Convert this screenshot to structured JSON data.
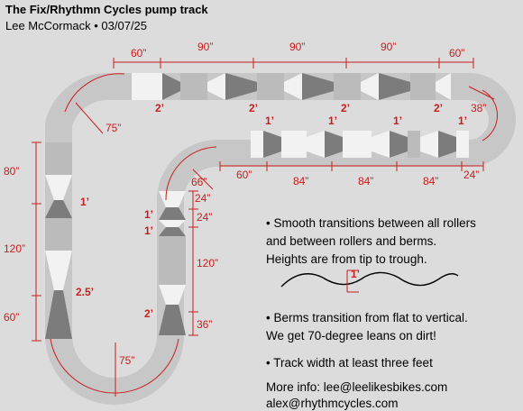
{
  "title": "The Fix/Rhythmn Cycles pump track",
  "author_line": "Lee McCormack • 03/07/25",
  "colors": {
    "track": "#c7c7c7",
    "roller_light": "#f2f2f2",
    "roller_mid": "#bbbbbb",
    "roller_dark": "#7c7c7c",
    "dimension": "#c81e1e"
  },
  "dims": {
    "top": [
      "60”",
      "90”",
      "90”",
      "90”",
      "60”"
    ],
    "right_radius": "38”",
    "inner_row": [
      "60”",
      "84”",
      "84”",
      "84”",
      "24”"
    ],
    "left_column": [
      "80”",
      "120”",
      "60”"
    ],
    "mid_column": [
      "24”",
      "24”",
      "120”",
      "36”"
    ],
    "corner_tl": "75”",
    "corner_inner": "66”",
    "corner_bl": "75”"
  },
  "heights": {
    "top": [
      "2’",
      "2’",
      "2’",
      "2’"
    ],
    "inner": [
      "1’",
      "1’",
      "1’",
      "1’"
    ],
    "left": [
      "1’",
      "2.5’"
    ],
    "mid": [
      "1’",
      "1’",
      "2’"
    ],
    "wave": "1’"
  },
  "notes": {
    "n1": [
      "• Smooth transitions between all rollers",
      "and between rollers and berms.",
      "Heights are from tip to trough."
    ],
    "n2": [
      "• Berms transition from flat to vertical.",
      "We get 70-degree leans on dirt!"
    ],
    "n3": "• Track width at least three feet",
    "contact": [
      "More info: lee@leelikesbikes.com",
      "alex@rhythmcycles.com"
    ]
  }
}
